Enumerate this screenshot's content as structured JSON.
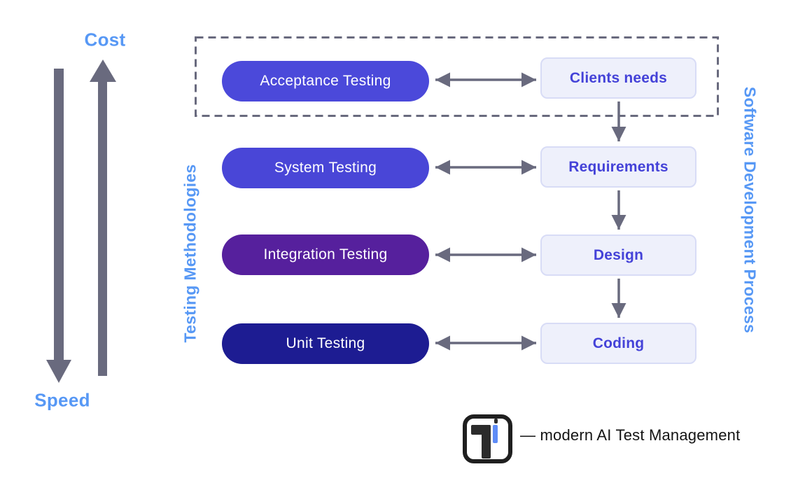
{
  "axes": {
    "cost": "Cost",
    "speed": "Speed"
  },
  "side_labels": {
    "left": "Testing Methodologies",
    "right": "Software Development Process"
  },
  "rows": [
    {
      "pill": "Acceptance Testing",
      "pill_color": "#4B49DA",
      "box": "Clients needs"
    },
    {
      "pill": "System Testing",
      "pill_color": "#4946D7",
      "box": "Requirements"
    },
    {
      "pill": "Integration Testing",
      "pill_color": "#56209D",
      "box": "Design"
    },
    {
      "pill": "Unit Testing",
      "pill_color": "#1D1C92",
      "box": "Coding"
    }
  ],
  "footer": {
    "logo_icon": "testomat-logo",
    "brand_text": "— modern AI Test Management"
  },
  "colors": {
    "accent_blue": "#5798F5",
    "arrow_gray": "#696A7E",
    "pill_text": "#FFFFFF",
    "box_bg": "#EEF0FB",
    "box_border": "#D8DCF6",
    "box_text": "#4442D8",
    "logo_dark": "#1F1F1F",
    "logo_blue": "#5E8CF7"
  }
}
